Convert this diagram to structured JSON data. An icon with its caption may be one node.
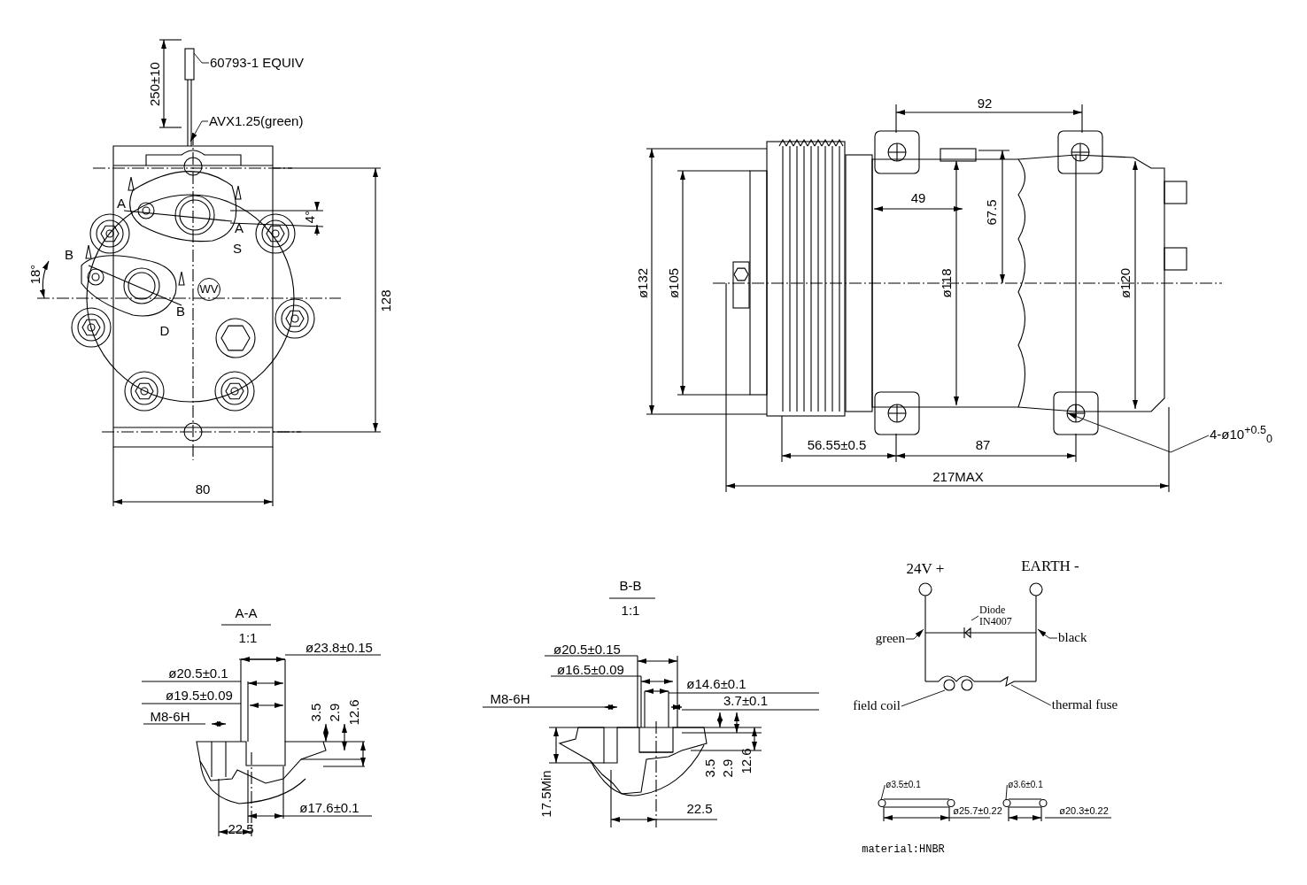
{
  "diagram": {
    "nodes": [
      {
        "text": [
          "60793-1 EQUIV"
        ]
      },
      {
        "text": [
          "AVX1.25(green)"
        ]
      },
      {
        "text": [
          "WV"
        ]
      },
      {
        "text": [
          "4-ø10$^{+0.5}$$_{0}$"
        ]
      },
      {
        "text": [
          "Diode IN4007"
        ]
      },
      {
        "text": [
          "green"
        ]
      },
      {
        "text": [
          "black"
        ]
      },
      {
        "text": [
          "field coil"
        ]
      },
      {
        "text": [
          "thermal fuse"
        ]
      },
      {
        "text": [
          "ø3.5±0.1"
        ]
      },
      {
        "text": [
          "ø3.6±0.1"
        ]
      },
      {
        "text": [],
        "shape": "picture"
      },
      {
        "text": [],
        "shape": "picture"
      },
      {
        "text": [],
        "shape": "picture"
      },
      {
        "text": [],
        "shape": "picture"
      }
    ],
    "edges": [
      {
        "from": 0,
        "to": null,
        "arrow": "none"
      },
      {
        "from": 1,
        "to": null,
        "arrow": "to"
      },
      {
        "from": 3,
        "to": null,
        "arrow": "to"
      },
      {
        "from": 4,
        "to": null,
        "arrow": "none"
      },
      {
        "from": 5,
        "to": null,
        "arrow": "to"
      },
      {
        "from": 6,
        "to": null,
        "arrow": "to"
      },
      {
        "from": 7,
        "to": 11,
        "arrow": "none"
      },
      {
        "from": 8,
        "to": 12,
        "arrow": "none"
      },
      {
        "from": 9,
        "to": 13,
        "arrow": "none"
      },
      {
        "from": 10,
        "to": 14,
        "arrow": "none"
      }
    ],
    "labels": [
      "250±10",
      "18°",
      "A",
      "A",
      "S",
      "B",
      "B",
      "D",
      "4°",
      "128",
      "80",
      "92",
      "49",
      "67.5",
      "ø132",
      "ø105",
      "ø118",
      "ø120",
      "56.55±0.5",
      "87",
      "217MAX",
      "A-A",
      "1:1",
      "ø23.8±0.15",
      "ø20.5±0.1",
      "ø19.5±0.09",
      "M8-6H",
      "3.5",
      "2.9",
      "12.6",
      "ø17.6±0.1",
      "22.5",
      "B-B",
      "1:1",
      "ø20.5±0.15",
      "ø16.5±0.09",
      "ø14.6±0.1",
      "M8-6H",
      "3.7±0.1",
      "17.5Min",
      "3.5",
      "2.9",
      "12.6",
      "22.5",
      "24V +",
      "EARTH -",
      "ø25.7±0.22",
      "ø20.3±0.22",
      "material:HNBR"
    ]
  }
}
